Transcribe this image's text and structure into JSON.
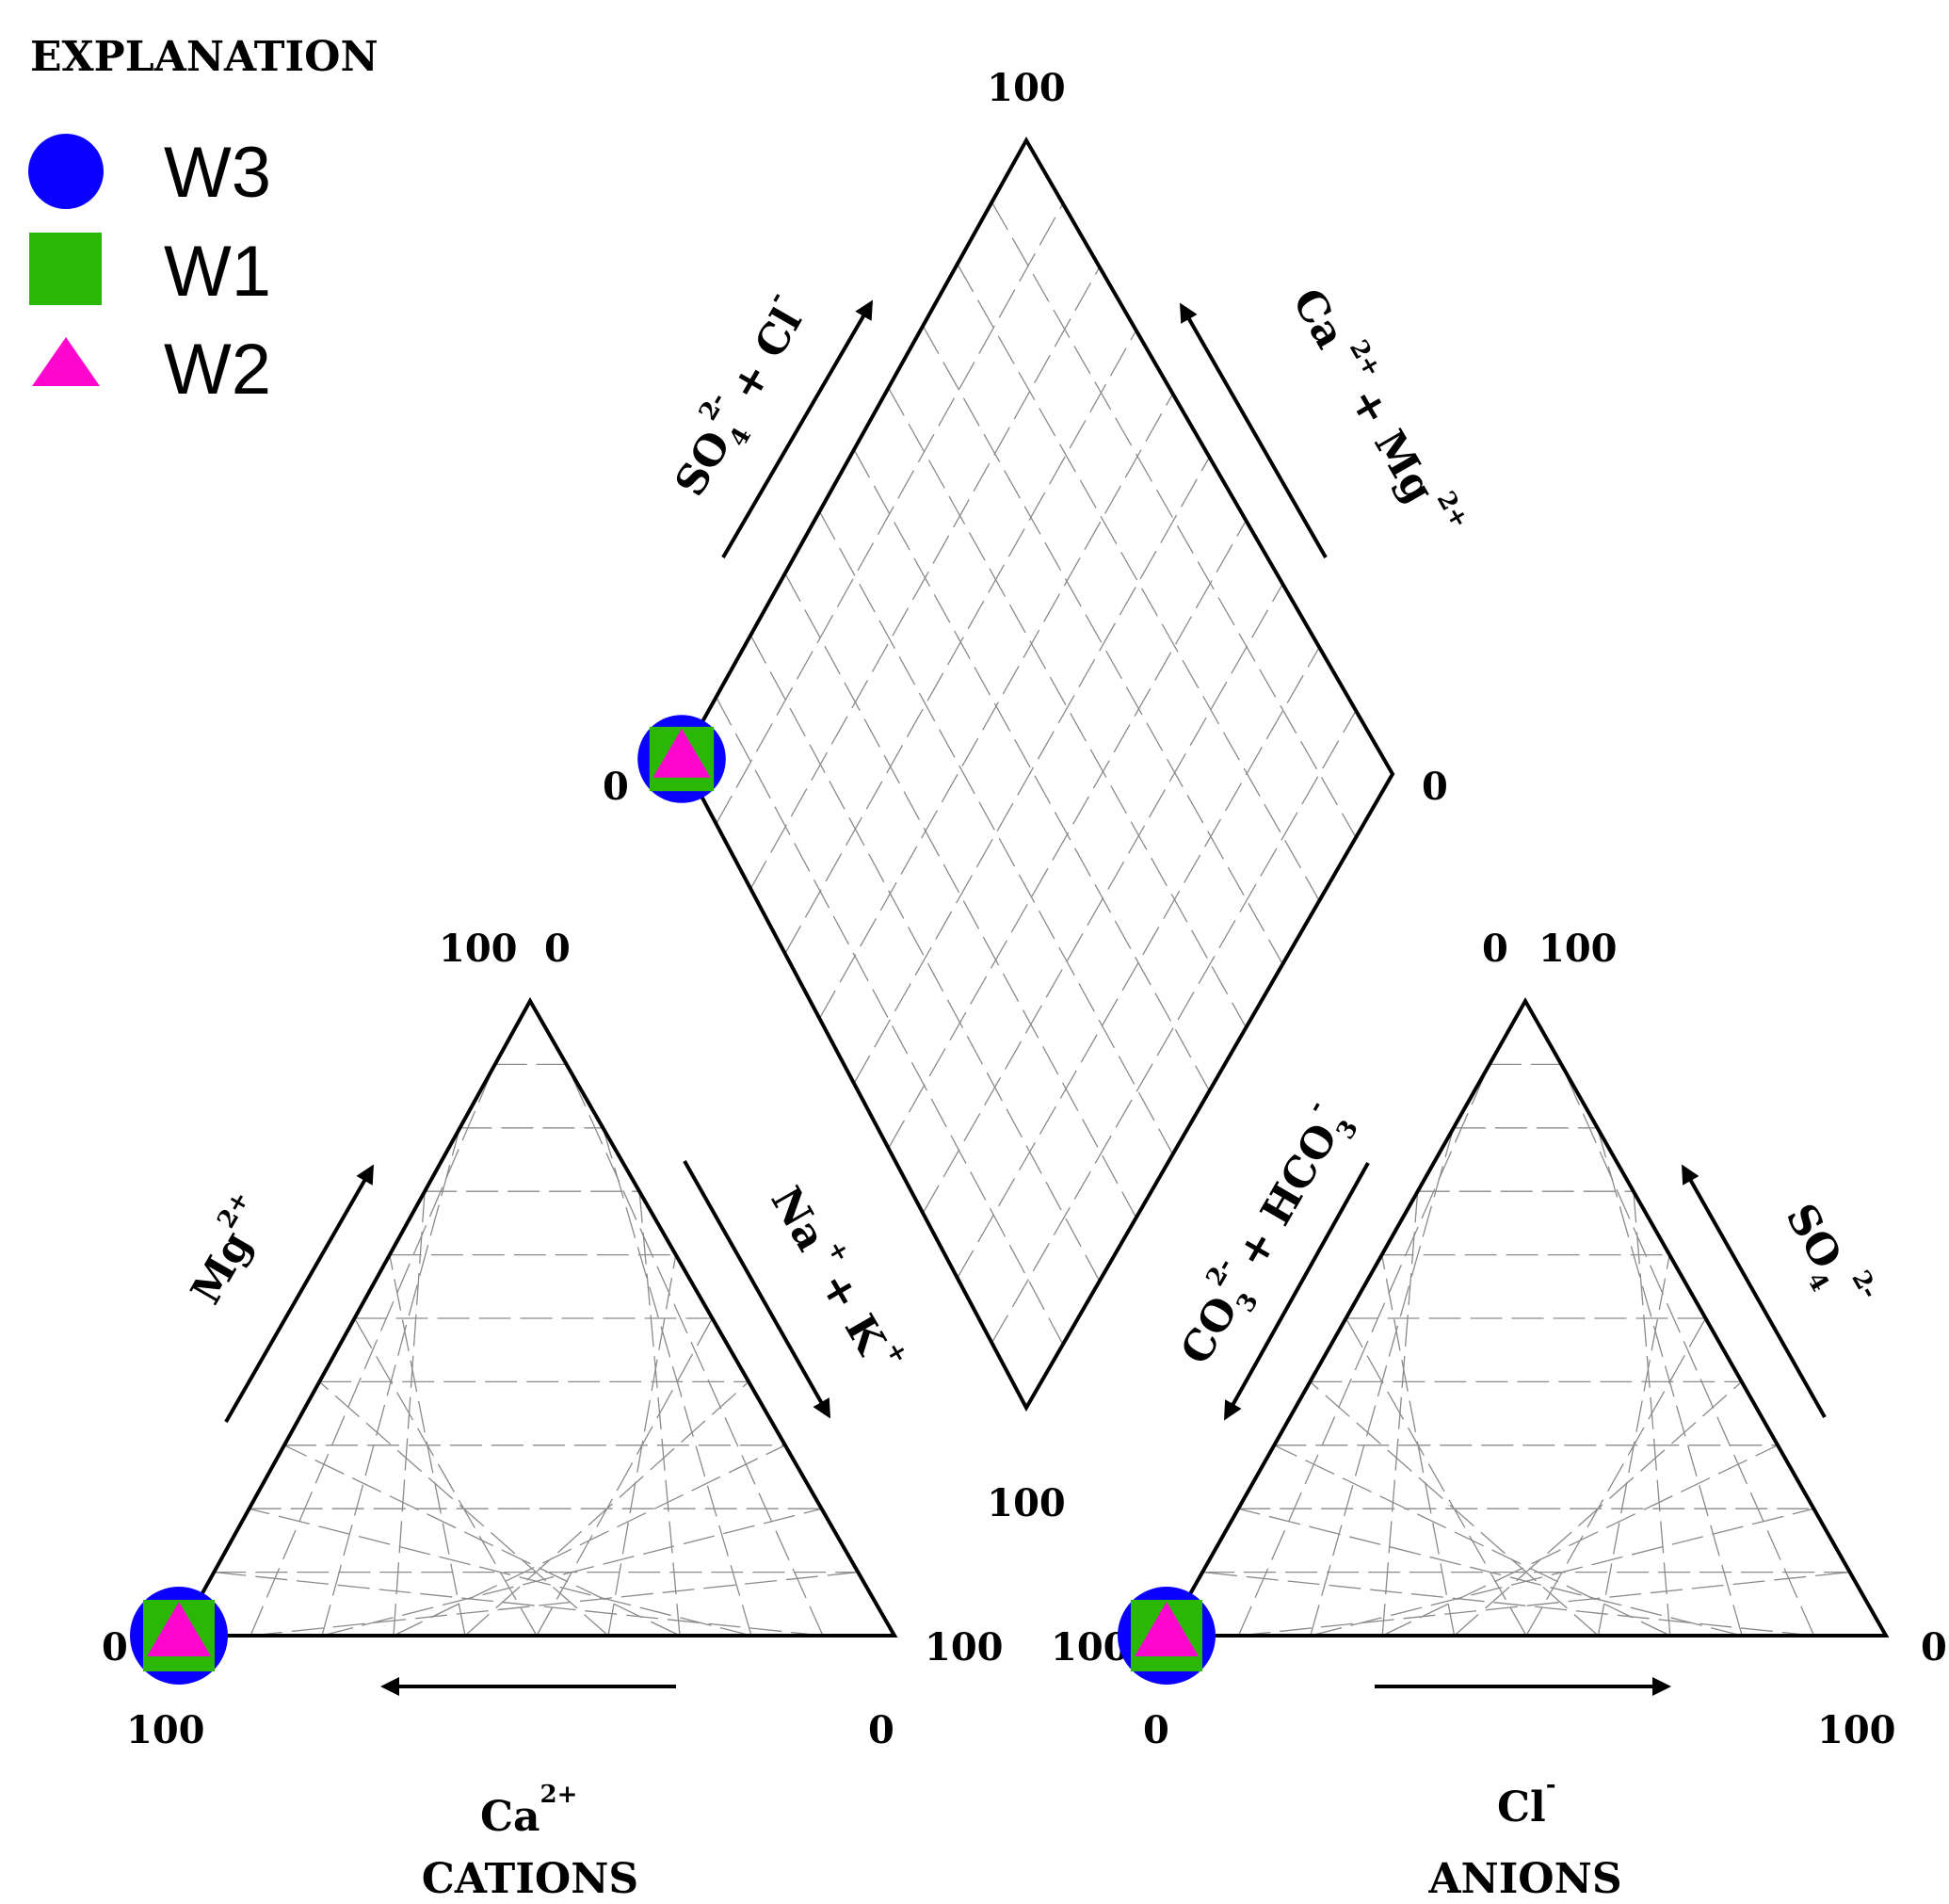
{
  "legend": {
    "title": "EXPLANATION",
    "items": [
      {
        "name": "W3",
        "marker": "circle",
        "color": "#0a00ff"
      },
      {
        "name": "W1",
        "marker": "square",
        "color": "#2ab705"
      },
      {
        "name": "W2",
        "marker": "triangle",
        "color": "#ff06cf"
      }
    ]
  },
  "colors": {
    "outline": "#000000",
    "grid": "#8a8a8a"
  },
  "cation_triangle": {
    "title": "CATIONS",
    "bottom_axis": {
      "label": "Ca",
      "sup": "2+"
    },
    "left_axis": {
      "label": "Mg",
      "sup": "2+"
    },
    "right_axis": {
      "label": "Na",
      "sup1": "+",
      "mid": "+ K",
      "sup2": "+"
    },
    "ticks": {
      "top_left": "100",
      "top_right": "0",
      "left": "0",
      "right": "100",
      "bottom_left": "100",
      "bottom_right": "0"
    }
  },
  "anion_triangle": {
    "title": "ANIONS",
    "bottom_axis": {
      "label": "Cl",
      "sup": "-"
    },
    "left_axis": {
      "part1": "CO",
      "sub1": "3",
      "sup1": "2-",
      "part2": "+ HCO",
      "sub2": "3",
      "sup2": "-"
    },
    "right_axis": {
      "label": "SO",
      "sub": "4",
      "sup": "2-"
    },
    "ticks": {
      "top_left": "0",
      "top_right": "100",
      "left": "100",
      "right": "0",
      "bottom_left": "0",
      "bottom_right": "100"
    }
  },
  "diamond": {
    "left_axis": {
      "part1": "SO",
      "sub": "4",
      "sup1": "2-",
      "part2": "+ Cl",
      "sup2": "-"
    },
    "right_axis": {
      "part1": "Ca",
      "sup1": "2+",
      "part2": "+ Mg",
      "sup2": "2+"
    },
    "ticks": {
      "top": "100",
      "left": "0",
      "right": "0",
      "bottom": "100"
    }
  },
  "chart_data": {
    "type": "scatter",
    "subtype": "piper-trilinear",
    "samples": [
      {
        "name": "W3",
        "cations": {
          "Ca": 100,
          "Mg": 0,
          "Na_K": 0
        },
        "anions": {
          "Cl": 0,
          "SO4": 0,
          "CO3_HCO3": 100
        },
        "diamond": {
          "SO4_Cl": 0,
          "Ca_Mg": 100
        }
      },
      {
        "name": "W1",
        "cations": {
          "Ca": 100,
          "Mg": 0,
          "Na_K": 0
        },
        "anions": {
          "Cl": 0,
          "SO4": 0,
          "CO3_HCO3": 100
        },
        "diamond": {
          "SO4_Cl": 0,
          "Ca_Mg": 100
        }
      },
      {
        "name": "W2",
        "cations": {
          "Ca": 100,
          "Mg": 0,
          "Na_K": 0
        },
        "anions": {
          "Cl": 0,
          "SO4": 0,
          "CO3_HCO3": 100
        },
        "diamond": {
          "SO4_Cl": 0,
          "Ca_Mg": 100
        }
      }
    ],
    "axis_range": [
      0,
      100
    ],
    "grid": true,
    "legend_position": "top-left"
  }
}
